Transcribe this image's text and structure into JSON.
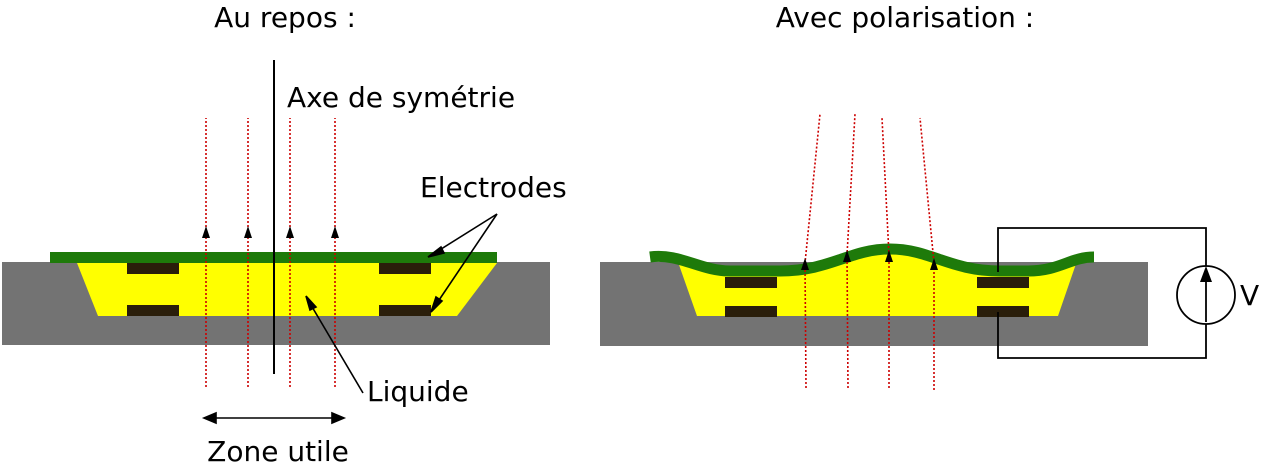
{
  "left_panel": {
    "title": "Au repos :",
    "axis_label": "Axe de symétrie",
    "electrodes_label": "Electrodes",
    "liquid_label": "Liquide",
    "zone_label": "Zone utile"
  },
  "right_panel": {
    "title": "Avec polarisation :",
    "voltage_label": "V"
  },
  "colors": {
    "substrate": "#737373",
    "liquid": "#ffff00",
    "membrane": "#1e7a0a",
    "electrode": "#2a1e0a",
    "ray": "#cc0000"
  }
}
